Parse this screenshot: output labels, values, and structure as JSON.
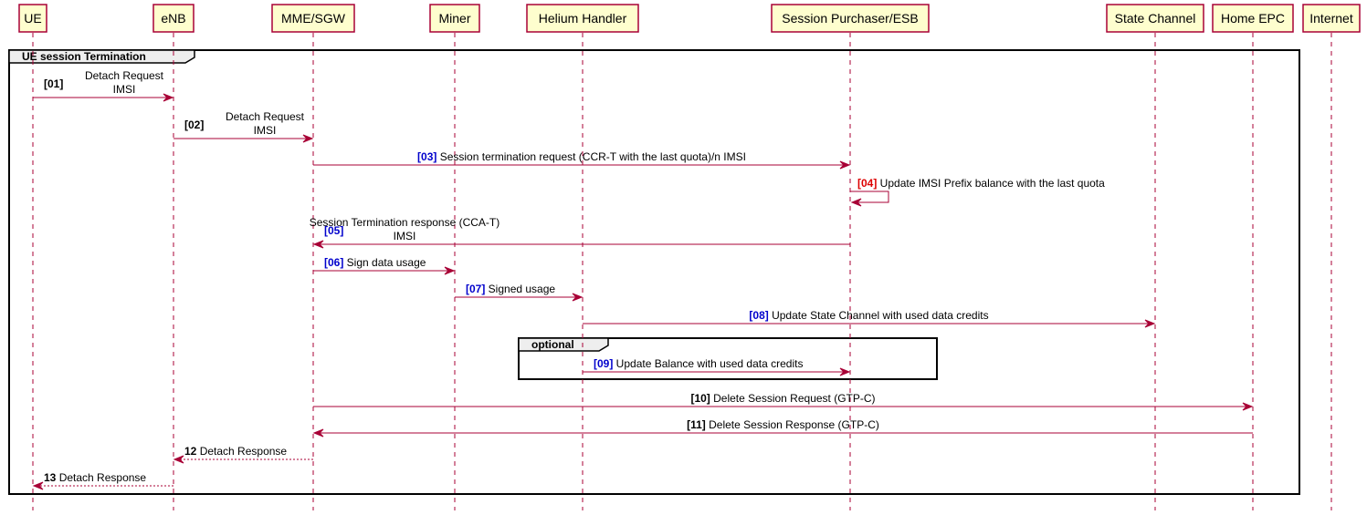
{
  "diagram": {
    "participants": [
      {
        "id": "ue",
        "label": "UE"
      },
      {
        "id": "enb",
        "label": "eNB"
      },
      {
        "id": "mme",
        "label": "MME/SGW"
      },
      {
        "id": "miner",
        "label": "Miner"
      },
      {
        "id": "helium",
        "label": "Helium Handler"
      },
      {
        "id": "esb",
        "label": "Session Purchaser/ESB"
      },
      {
        "id": "state",
        "label": "State Channel"
      },
      {
        "id": "epc",
        "label": "Home EPC"
      },
      {
        "id": "internet",
        "label": "Internet"
      }
    ],
    "groups": [
      {
        "id": "ue-session-termination",
        "title": "UE session Termination"
      },
      {
        "id": "optional",
        "title": "optional"
      }
    ],
    "messages": [
      {
        "num": "[01]",
        "num_color": "#000000",
        "text": [
          "Detach Request",
          "IMSI"
        ],
        "from": "ue",
        "to": "enb",
        "style": "solid"
      },
      {
        "num": "[02]",
        "num_color": "#000000",
        "text": [
          "Detach Request",
          "IMSI"
        ],
        "from": "enb",
        "to": "mme",
        "style": "solid"
      },
      {
        "num": "[03]",
        "num_color": "#0000cc",
        "text": [
          "Session termination request (CCR-T with the last quota)/n IMSI"
        ],
        "from": "mme",
        "to": "esb",
        "style": "solid"
      },
      {
        "num": "[04]",
        "num_color": "#dd0000",
        "text": [
          "Update IMSI Prefix balance with the last quota"
        ],
        "from": "esb",
        "to": "esb",
        "style": "self"
      },
      {
        "num": "[05]",
        "num_color": "#0000cc",
        "text": [
          "Session Termination response (CCA-T)",
          "IMSI"
        ],
        "from": "esb",
        "to": "mme",
        "style": "solid"
      },
      {
        "num": "[06]",
        "num_color": "#0000cc",
        "text": [
          "Sign data usage"
        ],
        "from": "mme",
        "to": "miner",
        "style": "solid"
      },
      {
        "num": "[07]",
        "num_color": "#0000cc",
        "text": [
          "Signed usage"
        ],
        "from": "miner",
        "to": "helium",
        "style": "solid"
      },
      {
        "num": "[08]",
        "num_color": "#0000cc",
        "text": [
          "Update State Channel with used data credits"
        ],
        "from": "helium",
        "to": "state",
        "style": "solid"
      },
      {
        "num": "[09]",
        "num_color": "#0000cc",
        "text": [
          "Update Balance with used data credits"
        ],
        "from": "helium",
        "to": "esb",
        "style": "solid"
      },
      {
        "num": "[10]",
        "num_color": "#000000",
        "text": [
          "Delete Session Request (GTP-C)"
        ],
        "from": "mme",
        "to": "epc",
        "style": "solid"
      },
      {
        "num": "[11]",
        "num_color": "#000000",
        "text": [
          "Delete Session Response (GTP-C)"
        ],
        "from": "epc",
        "to": "mme",
        "style": "solid"
      },
      {
        "num": "12",
        "num_color": "#000000",
        "text": [
          "Detach Response"
        ],
        "from": "mme",
        "to": "enb",
        "style": "dashed"
      },
      {
        "num": "13",
        "num_color": "#000000",
        "text": [
          "Detach Response"
        ],
        "from": "enb",
        "to": "ue",
        "style": "dashed"
      }
    ],
    "colors": {
      "line": "#a80036",
      "participant_fill": "#fefece",
      "group_tab_fill": "#eeeeee"
    }
  }
}
